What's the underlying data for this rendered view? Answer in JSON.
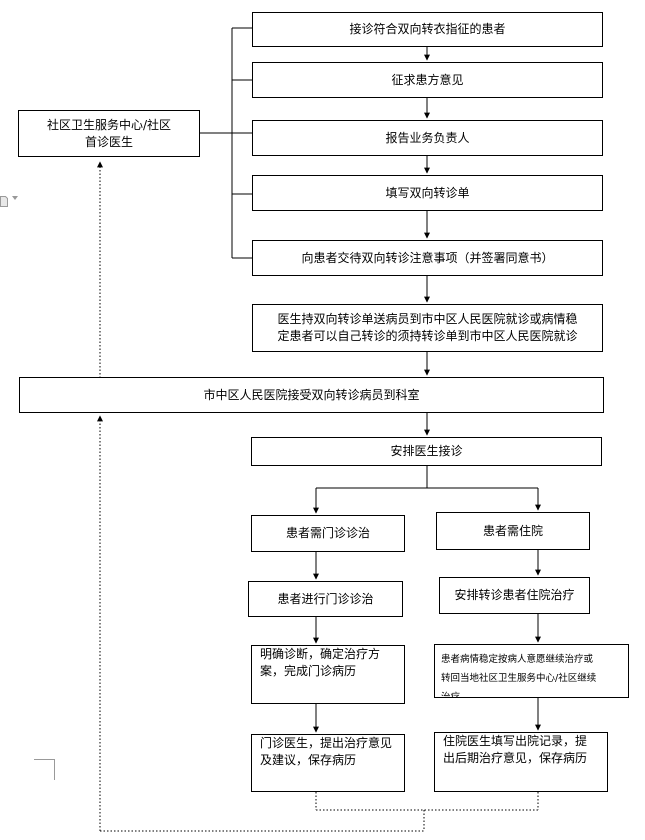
{
  "nodes": {
    "n1": "接诊符合双向转衣指征的患者",
    "n2": "征求患方意见",
    "n3": "报告业务负责人",
    "n4": "填写双向转诊单",
    "n5": "向患者交待双向转诊注意事项（并签署同意书）",
    "n6_line1": "医生持双向转诊单送病员到市中区人民医院就诊或病情稳",
    "n6_line2": "定患者可以自己转诊的须持转诊单到市中区人民医院就诊",
    "community_line1": "社区卫生服务中心/社区",
    "community_line2": "首诊医生",
    "hospital": "市中区人民医院接受双向转诊病员到科室",
    "arrange": "安排医生接诊",
    "outpatient_need": "患者需门诊诊治",
    "inpatient_need": "患者需住院",
    "outpatient_do": "患者进行门诊诊治",
    "inpatient_do": "安排转诊患者住院治疗",
    "diagnose_line1": "明确诊断，确定治疗方",
    "diagnose_line2": "案，完成门诊病历",
    "stable_line1": "患者病情稳定按病人意愿继续治疗或",
    "stable_line2": "转回当地社区卫生服务中心/社区继续",
    "stable_line3": "治疗",
    "opinion_line1": "门诊医生，提出治疗意见",
    "opinion_line2": "及建议，保存病历",
    "discharge_line1": "住院医生填写出院记录，提",
    "discharge_line2": "出后期治疗意见，保存病历"
  }
}
